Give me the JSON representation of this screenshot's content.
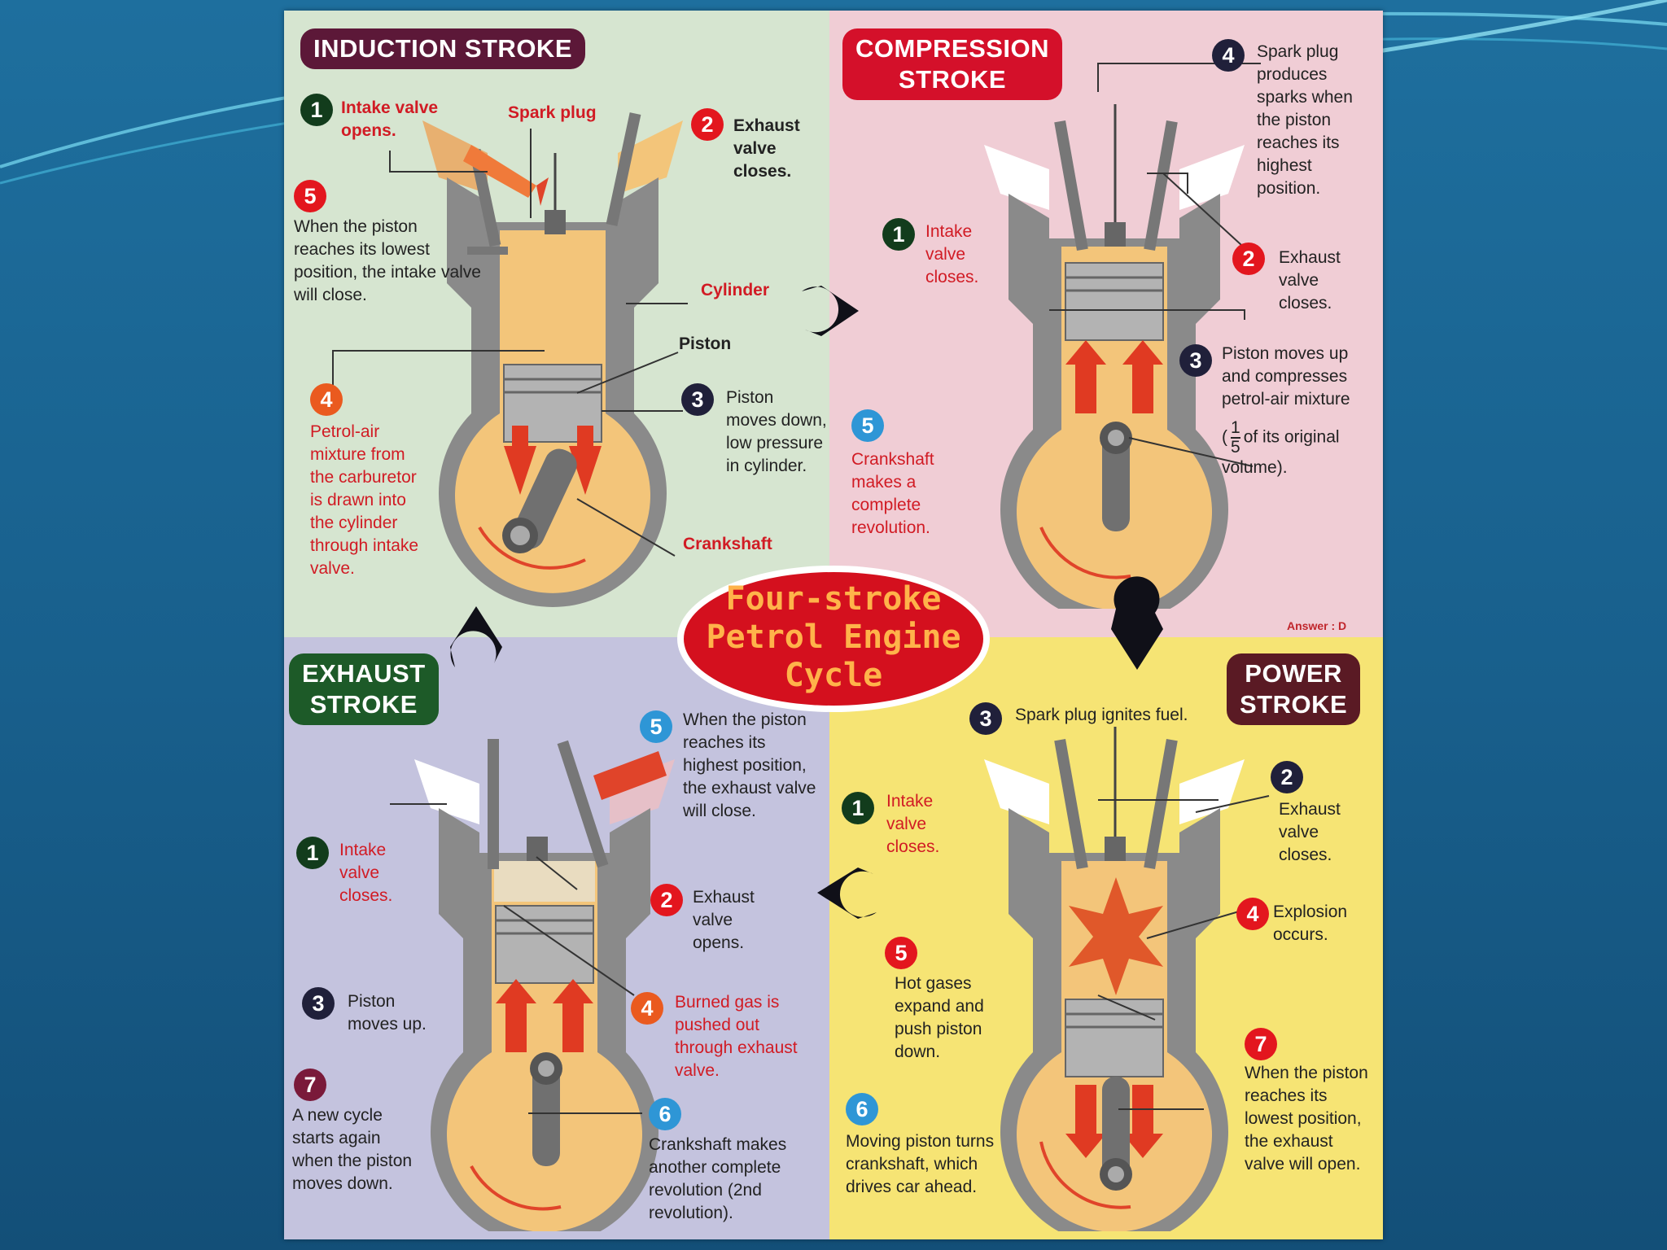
{
  "colors": {
    "background": "#1e6f9e",
    "induction_bg": "#d6e5d0",
    "compression_bg": "#f0cdd5",
    "exhaust_bg": "#c4c3de",
    "power_bg": "#f6e474",
    "mixture": "#f3c57a",
    "title_red": "#d4102a"
  },
  "center": {
    "line1": "Four-stroke",
    "line2": "Petrol Engine",
    "line3": "Cycle"
  },
  "answer": "Answer : D",
  "induction": {
    "title": "INDUCTION STROKE",
    "n1": "1",
    "intake_opens": "Intake valve opens.",
    "spark_plug": "Spark plug",
    "n2": "2",
    "exhaust_closes": "Exhaust valve closes.",
    "n5": "5",
    "piston_lowest": "When the piston reaches its lowest position, the intake valve will close.",
    "cylinder": "Cylinder",
    "piston": "Piston",
    "n3": "3",
    "piston_moves": "Piston moves down, low pressure in cylinder.",
    "n4": "4",
    "petrol_air": "Petrol-air mixture from the carburetor is drawn into the cylinder through intake valve.",
    "crankshaft": "Crankshaft"
  },
  "compression": {
    "title_1": "COMPRESSION",
    "title_2": "STROKE",
    "n4": "4",
    "spark_produces": "Spark plug produces sparks when the piston reaches its highest position.",
    "n1": "1",
    "intake_closes": "Intake valve closes.",
    "n2": "2",
    "exhaust_closes": "Exhaust valve closes.",
    "n3": "3",
    "piston_up": "Piston moves up and compresses petrol-air mixture",
    "frac_open": "(",
    "frac_num": "1",
    "frac_den": "5",
    "frac_rest": "of its original volume).",
    "n5": "5",
    "crank_rev": "Crankshaft makes a complete revolution."
  },
  "exhaust": {
    "title_1": "EXHAUST",
    "title_2": "STROKE",
    "n5": "5",
    "piston_highest": "When the piston reaches its highest position, the exhaust valve will close.",
    "n1": "1",
    "intake_closes": "Intake valve closes.",
    "n2": "2",
    "exhaust_opens": "Exhaust valve opens.",
    "n3": "3",
    "piston_up": "Piston moves up.",
    "n4": "4",
    "burned_gas": "Burned gas is pushed out through exhaust valve.",
    "n7": "7",
    "new_cycle": "A new cycle starts again when the piston moves down.",
    "n6": "6",
    "crank_another": "Crankshaft makes another complete revolution (2nd revolution)."
  },
  "power": {
    "title_1": "POWER",
    "title_2": "STROKE",
    "n3": "3",
    "ignites": "Spark plug ignites fuel.",
    "n1": "1",
    "intake_closes": "Intake valve closes.",
    "n2": "2",
    "exhaust_closes": "Exhaust valve closes.",
    "n4": "4",
    "explosion": "Explosion occurs.",
    "n5": "5",
    "hot_gases": "Hot gases expand and push piston down.",
    "n7": "7",
    "piston_lowest": "When the piston reaches its lowest position, the exhaust valve will open.",
    "n6": "6",
    "moving_piston": "Moving piston turns crankshaft, which drives car ahead."
  }
}
